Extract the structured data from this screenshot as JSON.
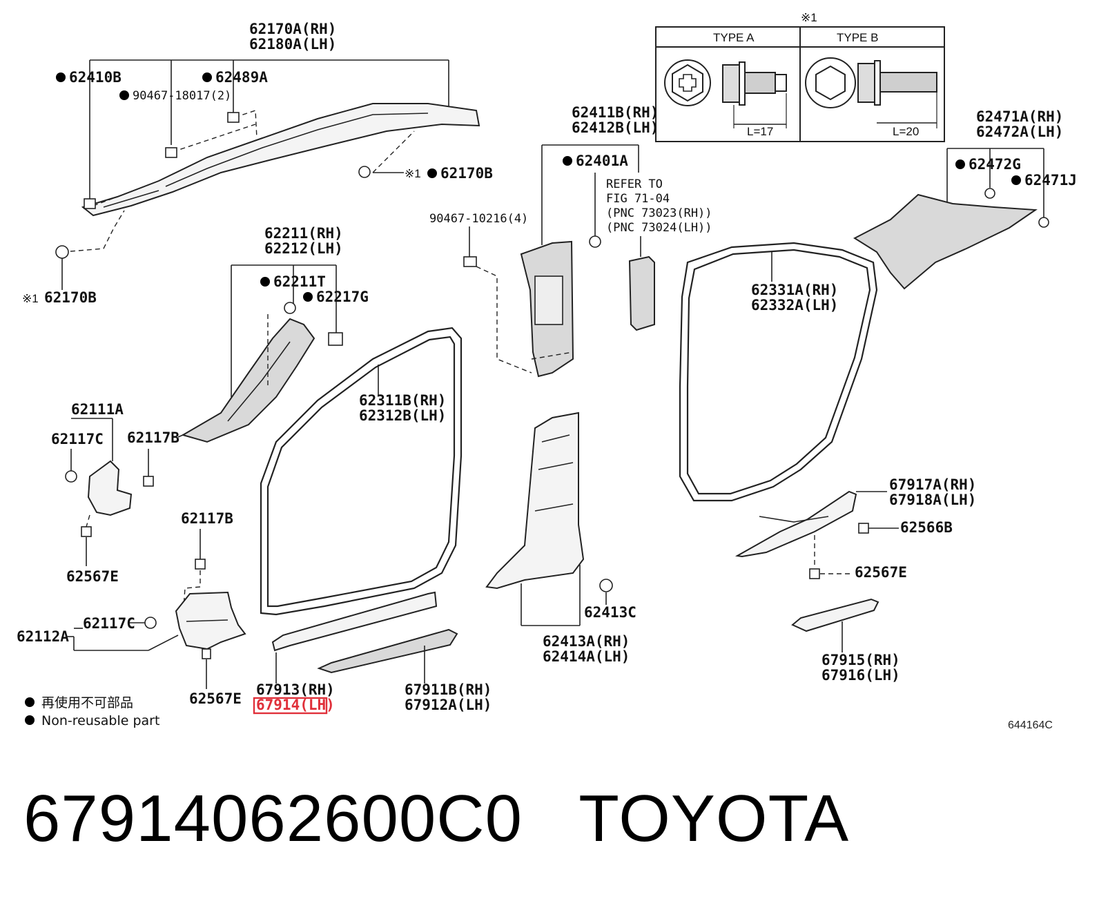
{
  "callouts": {
    "c62170A": "62170A(RH)",
    "c62180A": "62180A(LH)",
    "c62410B": "62410B",
    "c62489A": "62489A",
    "c90467_18017": "90467-18017(2)",
    "c62170B_top": "62170B",
    "c62170B_left": "62170B",
    "c62211": "62211(RH)",
    "c62212": "62212(LH)",
    "c62211T": "62211T",
    "c62217G": "62217G",
    "c62111A": "62111A",
    "c62117C_a": "62117C",
    "c62117B_a": "62117B",
    "c62567E_a": "62567E",
    "c62117B_b": "62117B",
    "c62112A": "62112A",
    "c62117C_b": "62117C",
    "c62567E_b": "62567E",
    "c62311B": "62311B(RH)",
    "c62312B": "62312B(LH)",
    "c67913": "67913(RH)",
    "c67914": "67914(LH)",
    "c67911B": "67911B(RH)",
    "c67912A": "67912A(LH)",
    "c90467_10216": "90467-10216(4)",
    "c62411B": "62411B(RH)",
    "c62412B": "62412B(LH)",
    "c62401A": "62401A",
    "ref1": "REFER TO",
    "ref2": "FIG 71-04",
    "ref3": "(PNC 73023(RH))",
    "ref4": "(PNC 73024(LH))",
    "c62413A": "62413A(RH)",
    "c62414A": "62414A(LH)",
    "c62413C": "62413C",
    "c62331A": "62331A(RH)",
    "c62332A": "62332A(LH)",
    "c62471A": "62471A(RH)",
    "c62472A": "62472A(LH)",
    "c62472G": "62472G",
    "c62471J": "62471J",
    "c67917A": "67917A(RH)",
    "c67918A": "67918A(LH)",
    "c62566B": "62566B",
    "c62567E_c": "62567E",
    "c67915": "67915(RH)",
    "c67916": "67916(LH)"
  },
  "note_mark": "※1",
  "type_table": {
    "header_mark": "※1",
    "type_a": "TYPE A",
    "type_b": "TYPE B",
    "len_a": "L=17",
    "len_b": "L=20"
  },
  "legend": {
    "line1": "再使用不可部品",
    "line2": "Non-reusable part"
  },
  "figure_id": "644164C",
  "highlight": {
    "label": "67914(LH)",
    "color": "#e0303a"
  },
  "caption": {
    "part_number": "67914062600C0",
    "brand": "TOYOTA"
  }
}
